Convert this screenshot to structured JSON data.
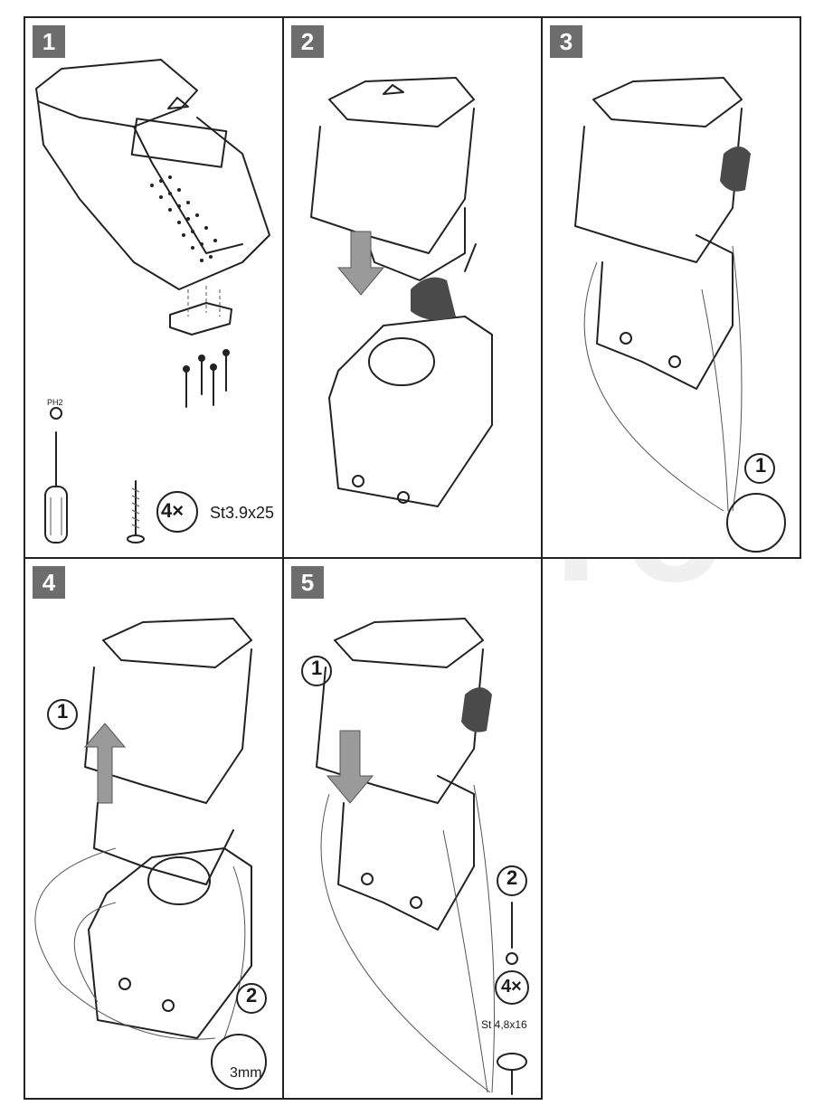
{
  "colors": {
    "badge": "#6d6d6d",
    "outline": "#222222",
    "arrow": "#9a9a9a",
    "bag": "#4a4a4a"
  },
  "watermark": "AG AUTO",
  "panels": [
    {
      "step": "1",
      "tool_label": "PH2",
      "screw_count": "4×",
      "screw_spec": "St3.9x25"
    },
    {
      "step": "2"
    },
    {
      "step": "3",
      "sub_step": "1"
    },
    {
      "step": "4",
      "sub_step_1": "1",
      "sub_step_2": "2",
      "drill_size": "3mm"
    },
    {
      "step": "5",
      "sub_step_1": "1",
      "sub_step_2": "2",
      "screw_count": "4×",
      "screw_spec": "St 4,8x16"
    }
  ]
}
